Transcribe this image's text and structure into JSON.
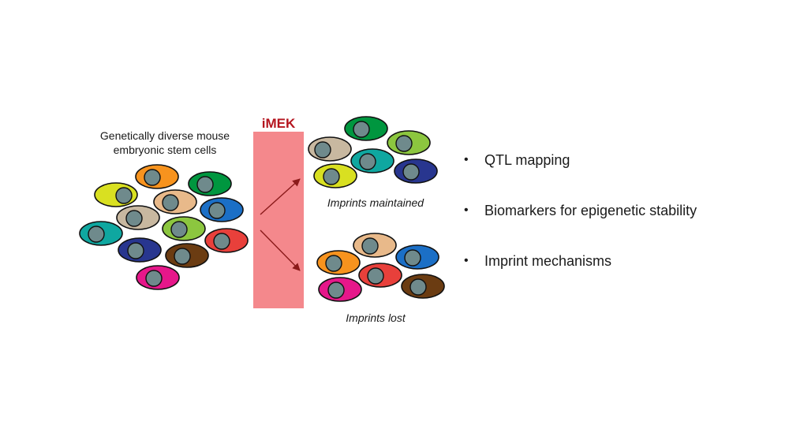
{
  "left_caption": {
    "line1": "Genetically diverse mouse",
    "line2": "embryonic stem cells"
  },
  "process_label": "iMEK",
  "outcomes": {
    "maintained": "Imprints maintained",
    "lost": "Imprints lost"
  },
  "applications": [
    "QTL mapping",
    "Biomarkers for epigenetic stability",
    "Imprint mechanisms"
  ],
  "colors": {
    "bar": "#f4888c",
    "label": "#b5151f",
    "arrow": "#8b1a1a",
    "nucleus": "#6f8a8c",
    "outline": "#111111",
    "cell_palette": {
      "yellow": "#d9e021",
      "orange": "#f7931e",
      "green": "#00963f",
      "tan": "#e8b98a",
      "blue": "#1b6fc6",
      "beige": "#c8b8a0",
      "lime": "#8cc63f",
      "teal": "#0fa7a0",
      "red": "#e8403b",
      "navy": "#28368f",
      "brown": "#6b3c12",
      "magenta": "#e6178a"
    }
  }
}
